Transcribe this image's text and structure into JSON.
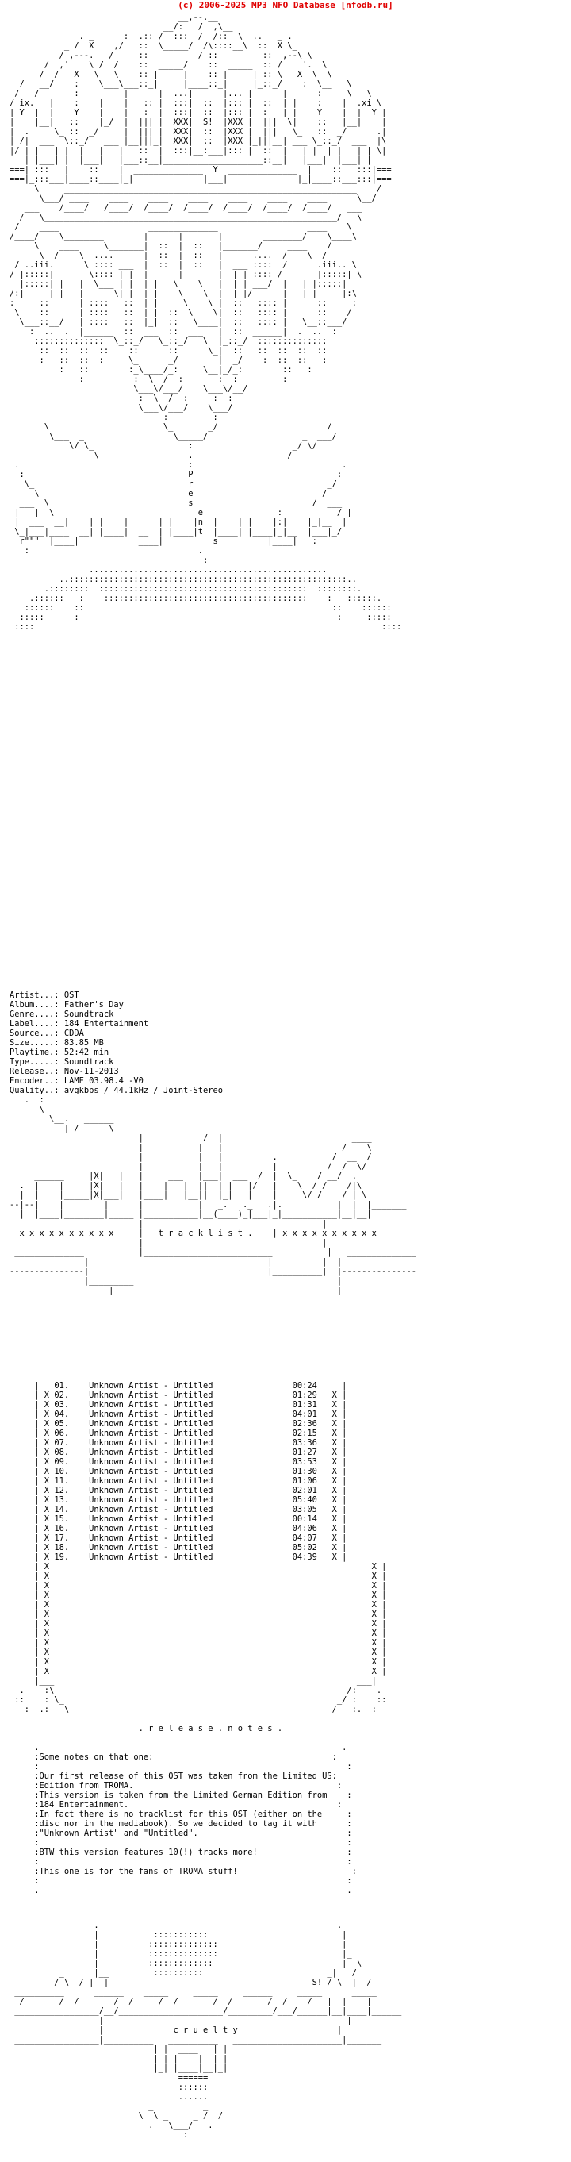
{
  "header": {
    "banner": "(c) 2006-2025 MP3 NFO Database [nfodb.ru]"
  },
  "info": {
    "artist_label": "Artist...:",
    "artist": "OST",
    "album_label": "Album....:",
    "album": "Father's Day",
    "genre_label": "Genre....:",
    "genre": "Soundtrack",
    "label_label": "Label....:",
    "label": "184 Entertainment",
    "source_label": "Source...:",
    "source": "CDDA",
    "size_label": "Size.....:",
    "size": "83.85 MB",
    "playtime_label": "Playtime.:",
    "playtime": "52:42 min",
    "type_label": "Type.....:",
    "type": "Soundtrack",
    "release_label": "Release..:",
    "release": "Nov-11-2013",
    "encoder_label": "Encoder..:",
    "encoder": "LAME 03.98.4 -V0",
    "quality_label": "Quality..:",
    "quality": "avgkbps / 44.1kHz / Joint-Stereo"
  },
  "tracklist_heading": "t r a c k l i s t .",
  "tracks": [
    {
      "num": "01.",
      "title": "Unknown Artist - Untitled",
      "time": "00:24"
    },
    {
      "num": "02.",
      "title": "Unknown Artist - Untitled",
      "time": "01:29"
    },
    {
      "num": "03.",
      "title": "Unknown Artist - Untitled",
      "time": "01:31"
    },
    {
      "num": "04.",
      "title": "Unknown Artist - Untitled",
      "time": "04:01"
    },
    {
      "num": "05.",
      "title": "Unknown Artist - Untitled",
      "time": "02:36"
    },
    {
      "num": "06.",
      "title": "Unknown Artist - Untitled",
      "time": "02:15"
    },
    {
      "num": "07.",
      "title": "Unknown Artist - Untitled",
      "time": "03:36"
    },
    {
      "num": "08.",
      "title": "Unknown Artist - Untitled",
      "time": "01:27"
    },
    {
      "num": "09.",
      "title": "Unknown Artist - Untitled",
      "time": "03:53"
    },
    {
      "num": "10.",
      "title": "Unknown Artist - Untitled",
      "time": "01:30"
    },
    {
      "num": "11.",
      "title": "Unknown Artist - Untitled",
      "time": "01:06"
    },
    {
      "num": "12.",
      "title": "Unknown Artist - Untitled",
      "time": "02:01"
    },
    {
      "num": "13.",
      "title": "Unknown Artist - Untitled",
      "time": "05:40"
    },
    {
      "num": "14.",
      "title": "Unknown Artist - Untitled",
      "time": "03:05"
    },
    {
      "num": "15.",
      "title": "Unknown Artist - Untitled",
      "time": "00:14"
    },
    {
      "num": "16.",
      "title": "Unknown Artist - Untitled",
      "time": "04:06"
    },
    {
      "num": "17.",
      "title": "Unknown Artist - Untitled",
      "time": "04:07"
    },
    {
      "num": "18.",
      "title": "Unknown Artist - Untitled",
      "time": "05:02"
    },
    {
      "num": "19.",
      "title": "Unknown Artist - Untitled",
      "time": "04:39"
    }
  ],
  "notes_heading": ". r e l e a s e . n o t e s .",
  "notes": {
    "intro": "Some notes on that one:",
    "p1_l1": "Our first release of this OST was taken from the Limited US",
    "p1_l2": "Edition from TROMA.",
    "p1_l3": "This version is taken from the Limited German Edition from",
    "p1_l4": "184 Entertainment.",
    "p1_l5": "In fact there is no tracklist for this OST (either on the",
    "p1_l6": "disc nor in the mediabook). So we decided to tag it with",
    "p1_l7": "\"Unknown Artist\" and \"Untitled\".",
    "p2": "BTW this version features 10(!) tracks more!",
    "p3": "This one is for the fans of TROMA stuff!"
  },
  "footer": {
    "signature": "S!",
    "tagline": "c r u e l t y"
  }
}
